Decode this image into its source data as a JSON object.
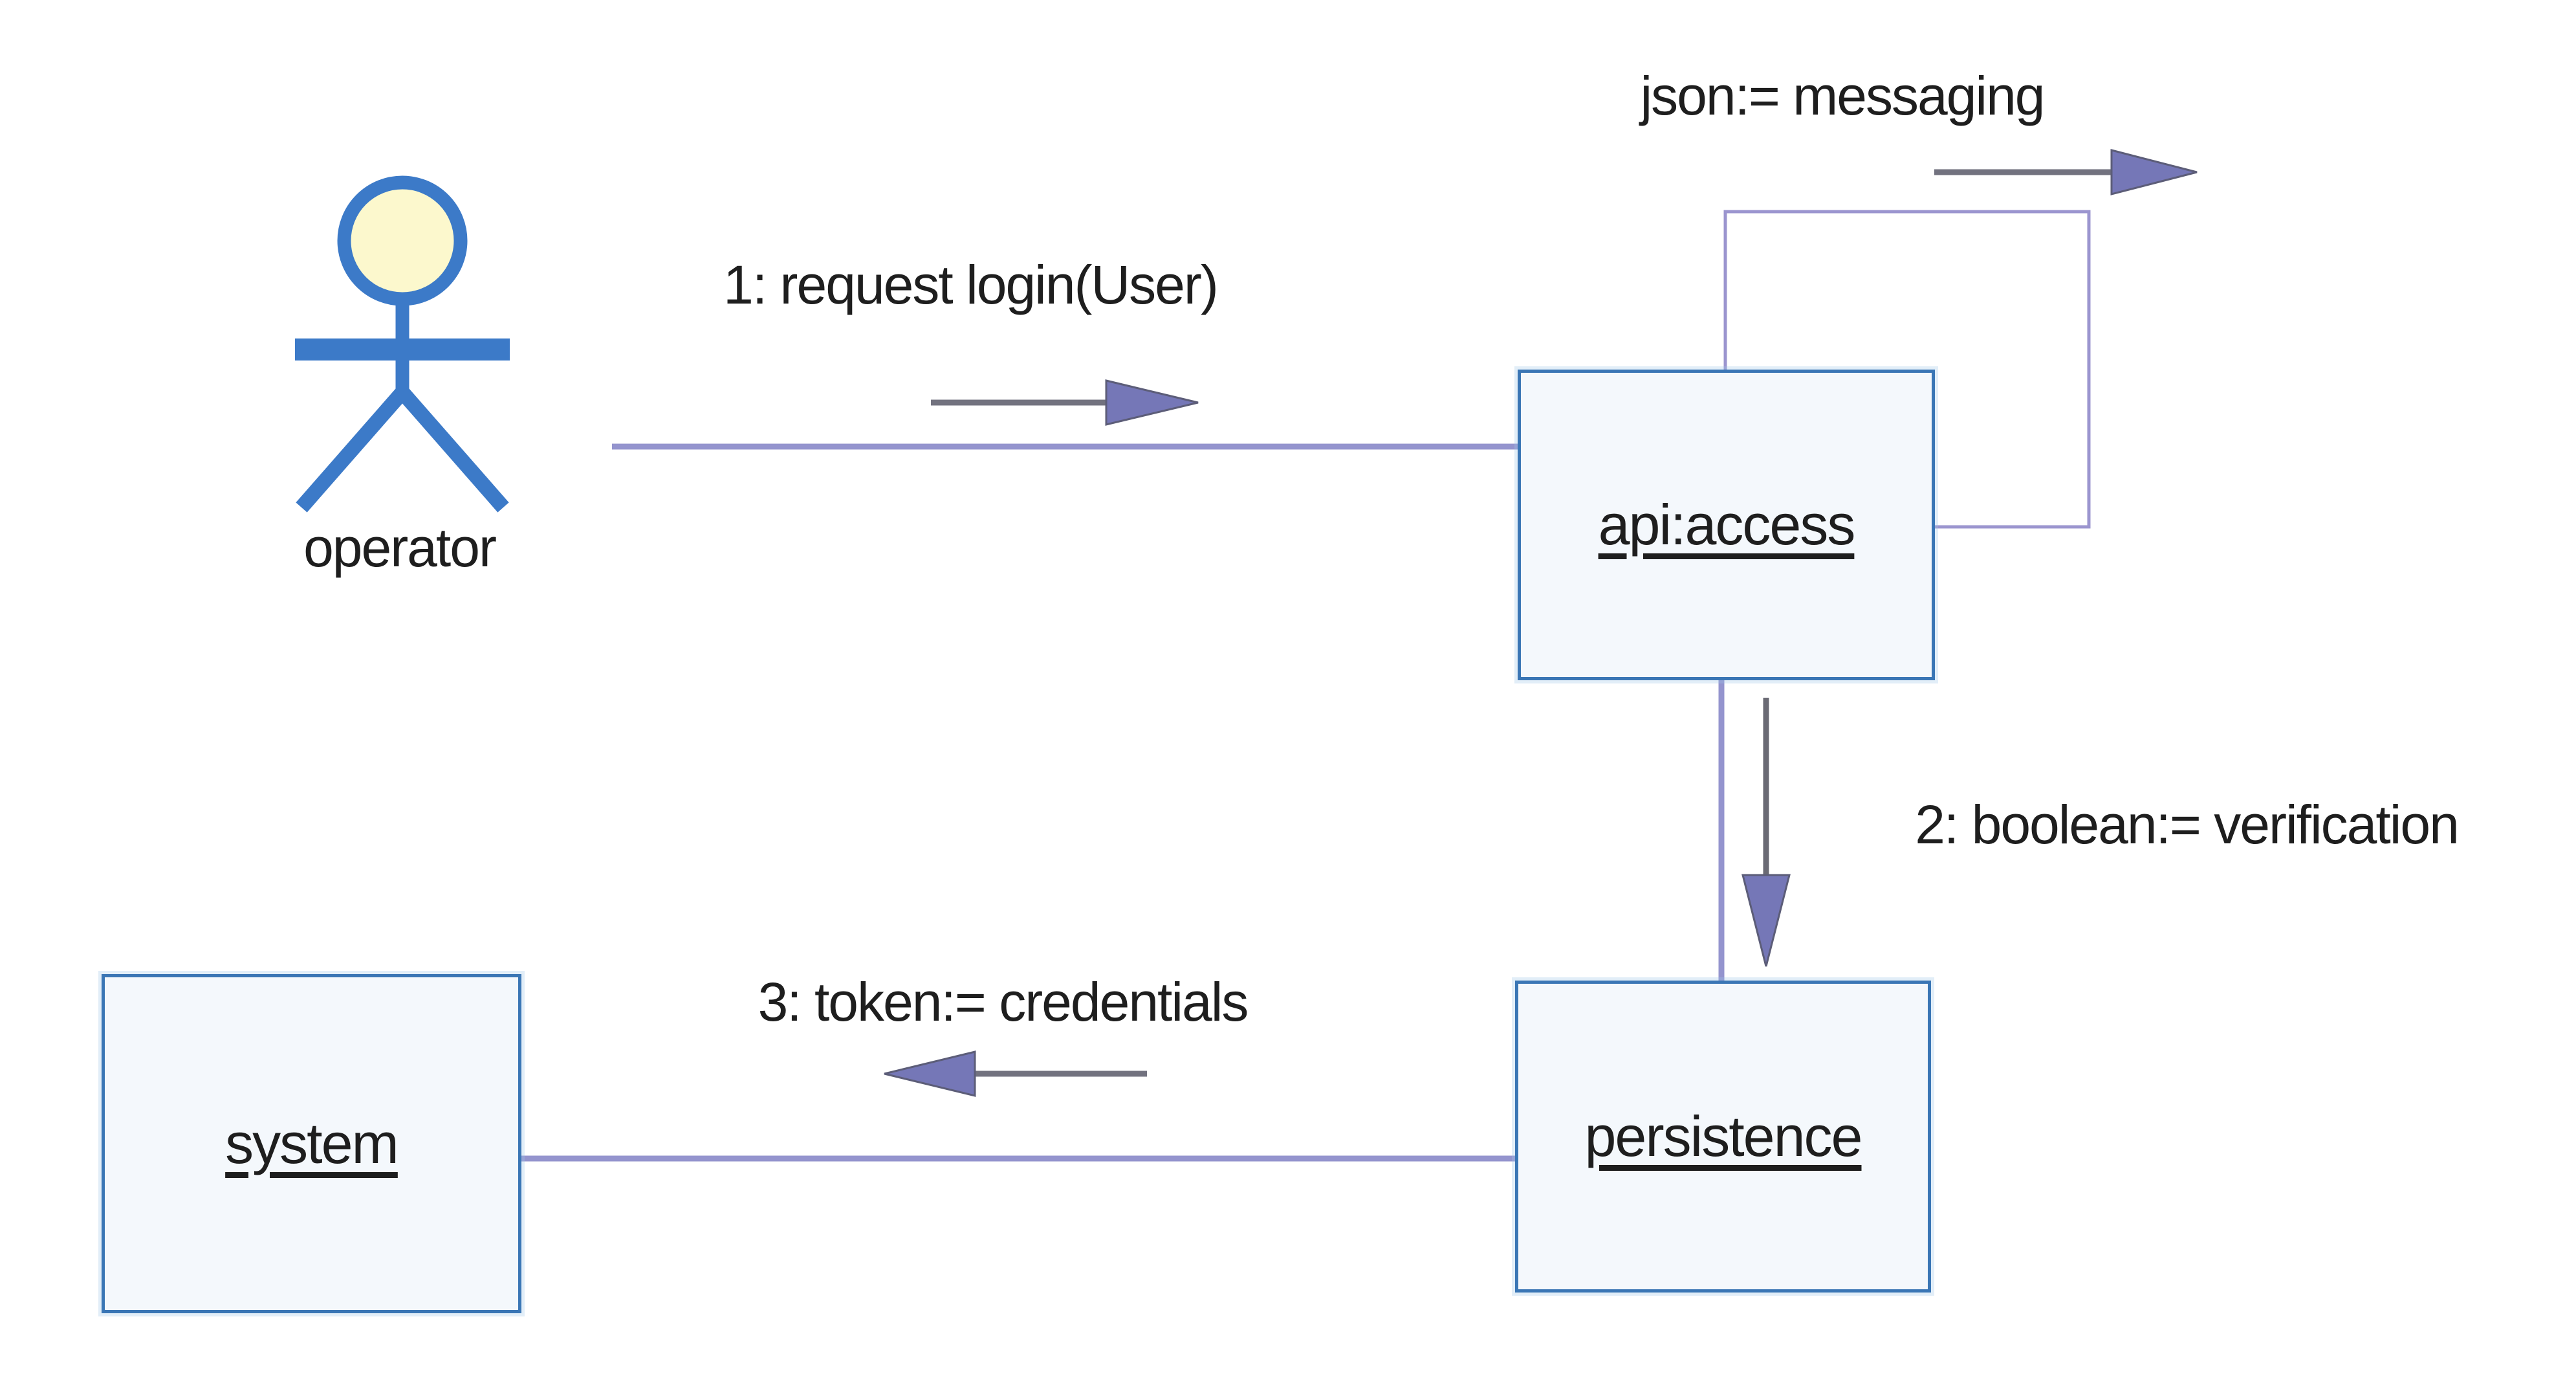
{
  "diagram_type": "uml-communication-diagram",
  "actor": {
    "label": "operator"
  },
  "objects": [
    {
      "label": "api:access"
    },
    {
      "label": "persistence"
    },
    {
      "label": "system"
    }
  ],
  "messages": [
    {
      "label": "1: request login(User)",
      "from": "operator",
      "to": "api:access",
      "direction": "right"
    },
    {
      "label": "json:= messaging",
      "from": "api:access",
      "to": "api:access",
      "direction": "self-loop-right"
    },
    {
      "label": "2: boolean:= verification",
      "from": "api:access",
      "to": "persistence",
      "direction": "down"
    },
    {
      "label": "3: token:= credentials",
      "from": "persistence",
      "to": "system",
      "direction": "left"
    }
  ],
  "colors": {
    "background": "#ffffff",
    "box_border": "#3a76b5",
    "box_fill": "#f4f8fc",
    "association_line": "#9494ce",
    "arrow_stem": "#72727f",
    "arrow_head": "#7577b7",
    "arrow_head_edge": "#5c5d78",
    "actor_stroke": "#3c7ac8",
    "actor_head_fill": "#fcf8cd",
    "text": "#1e1e1e"
  }
}
